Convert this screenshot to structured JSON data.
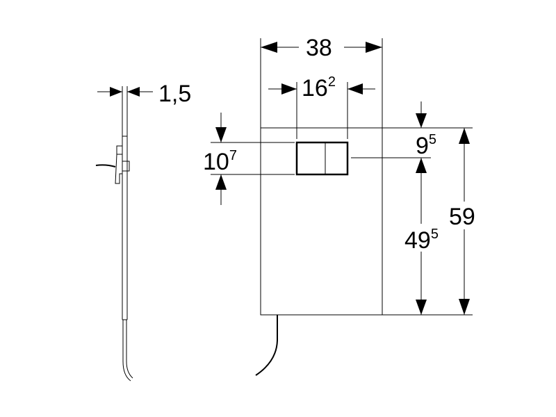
{
  "dimensions": {
    "side_thickness": {
      "text": "1,5"
    },
    "overall_width": {
      "text": "38"
    },
    "button_width": {
      "main": "16",
      "sup": "2"
    },
    "button_height": {
      "main": "10",
      "sup": "7"
    },
    "top_to_button": {
      "main": "9",
      "sup": "5"
    },
    "button_to_bottom": {
      "main": "49",
      "sup": "5"
    },
    "overall_height": {
      "text": "59"
    }
  }
}
